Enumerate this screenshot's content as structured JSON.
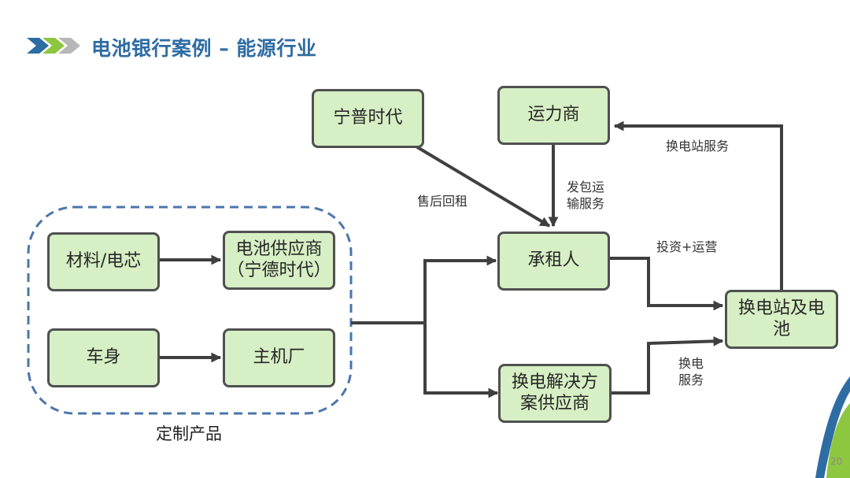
{
  "title": "电池银行案例 – 能源行业",
  "page_number": "20",
  "colors": {
    "title": "#2e6ca4",
    "box_fill": "#d6efc4",
    "box_border": "#505050",
    "arrow": "#3f3f3f",
    "dashed_group": "#4a76ab",
    "accent_green": "#8dc63f",
    "accent_blue": "#2e6ca4"
  },
  "diagram": {
    "nodes": {
      "ningpu": "宁普时代",
      "yunli": "运力商",
      "materials": "材料/电芯",
      "battery_supplier": [
        "电池供应商",
        "（宁德时代）"
      ],
      "body": "车身",
      "oem": "主机厂",
      "lessee": "承租人",
      "swap_station": [
        "换电站及电",
        "池"
      ],
      "swap_solution": [
        "换电解决方",
        "案供应商"
      ]
    },
    "group_label": "定制产品",
    "edge_labels": {
      "after_sales": "售后回租",
      "outsourced_transport": [
        "发包运",
        "输服务"
      ],
      "swap_service_top": "换电站服务",
      "invest_operate": "投资+运营",
      "swap_service_bottom": [
        "换电",
        "服务"
      ]
    }
  }
}
